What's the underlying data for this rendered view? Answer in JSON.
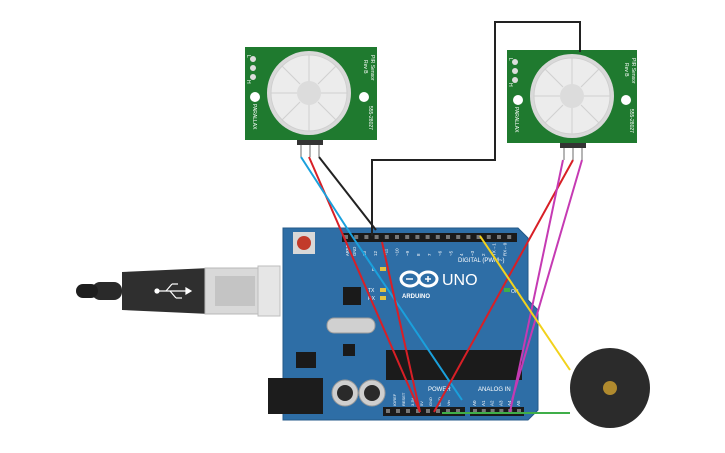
{
  "arduino": {
    "logo_text": "UNO",
    "brand": "ARDUINO",
    "digital_label": "DIGITAL (PWM~)",
    "analog_label": "ANALOG IN",
    "power_label": "POWER",
    "on_label": "ON",
    "l_label": "L",
    "tx_label": "TX",
    "rx_label": "RX",
    "aref_label": "AREF",
    "gnd_label": "GND",
    "digital_pins": [
      "13",
      "12",
      "~11",
      "~10",
      "~9",
      "8",
      "7",
      "~6",
      "~5",
      "4",
      "~3",
      "2",
      "TX→1",
      "RX←0"
    ],
    "analog_pins": [
      "A0",
      "A1",
      "A2",
      "A3",
      "A4",
      "A5"
    ],
    "power_pins": [
      "IOREF",
      "RESET",
      "3.3V",
      "5V",
      "GND",
      "GND",
      "Vin"
    ]
  },
  "pir_left": {
    "title": "PIR Sensor",
    "rev": "Rev B",
    "part": "555-28027",
    "brand": "PARALLAX",
    "pins": [
      "L",
      "H"
    ]
  },
  "pir_right": {
    "title": "PIR Sensor",
    "rev": "Rev B",
    "part": "555-28027",
    "brand": "PARALLAX",
    "pins": [
      "L",
      "H"
    ]
  },
  "colors": {
    "board": "#2e6ea6",
    "pir_pcb": "#1f7a2f",
    "wire_red": "#d81f26",
    "wire_black": "#222222",
    "wire_blue": "#1aa0dc",
    "wire_magenta": "#c53ab3",
    "wire_yellow": "#f2d21c",
    "wire_green": "#3fae49",
    "buzzer": "#2b2b2b"
  },
  "components": [
    "usb-cable",
    "arduino-uno",
    "pir-sensor-left",
    "pir-sensor-right",
    "piezo-buzzer"
  ]
}
